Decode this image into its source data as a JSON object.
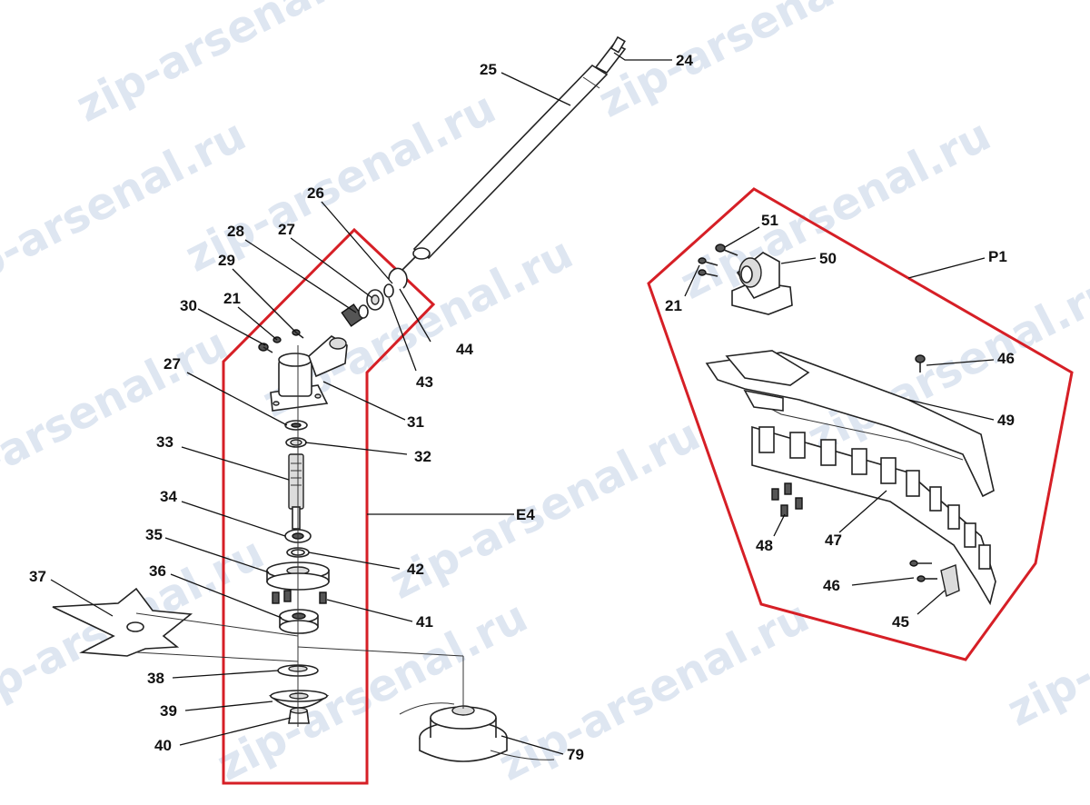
{
  "watermark": "zip-arsenal.ru",
  "colors": {
    "outline": "#d61f26",
    "watermark": "#d9e2ef",
    "ink": "#111111"
  },
  "groups": {
    "e4": "E4",
    "p1": "P1"
  },
  "labels": {
    "l24": "24",
    "l25": "25",
    "l26": "26",
    "l27a": "27",
    "l27b": "27",
    "l28": "28",
    "l29": "29",
    "l30": "30",
    "l21a": "21",
    "l21b": "21",
    "l31": "31",
    "l32": "32",
    "l33": "33",
    "l34": "34",
    "l35": "35",
    "l36": "36",
    "l37": "37",
    "l38": "38",
    "l39": "39",
    "l40": "40",
    "l41": "41",
    "l42": "42",
    "l43": "43",
    "l44": "44",
    "l45": "45",
    "l46a": "46",
    "l46b": "46",
    "l47": "47",
    "l48": "48",
    "l49": "49",
    "l50": "50",
    "l51": "51",
    "l79": "79"
  }
}
